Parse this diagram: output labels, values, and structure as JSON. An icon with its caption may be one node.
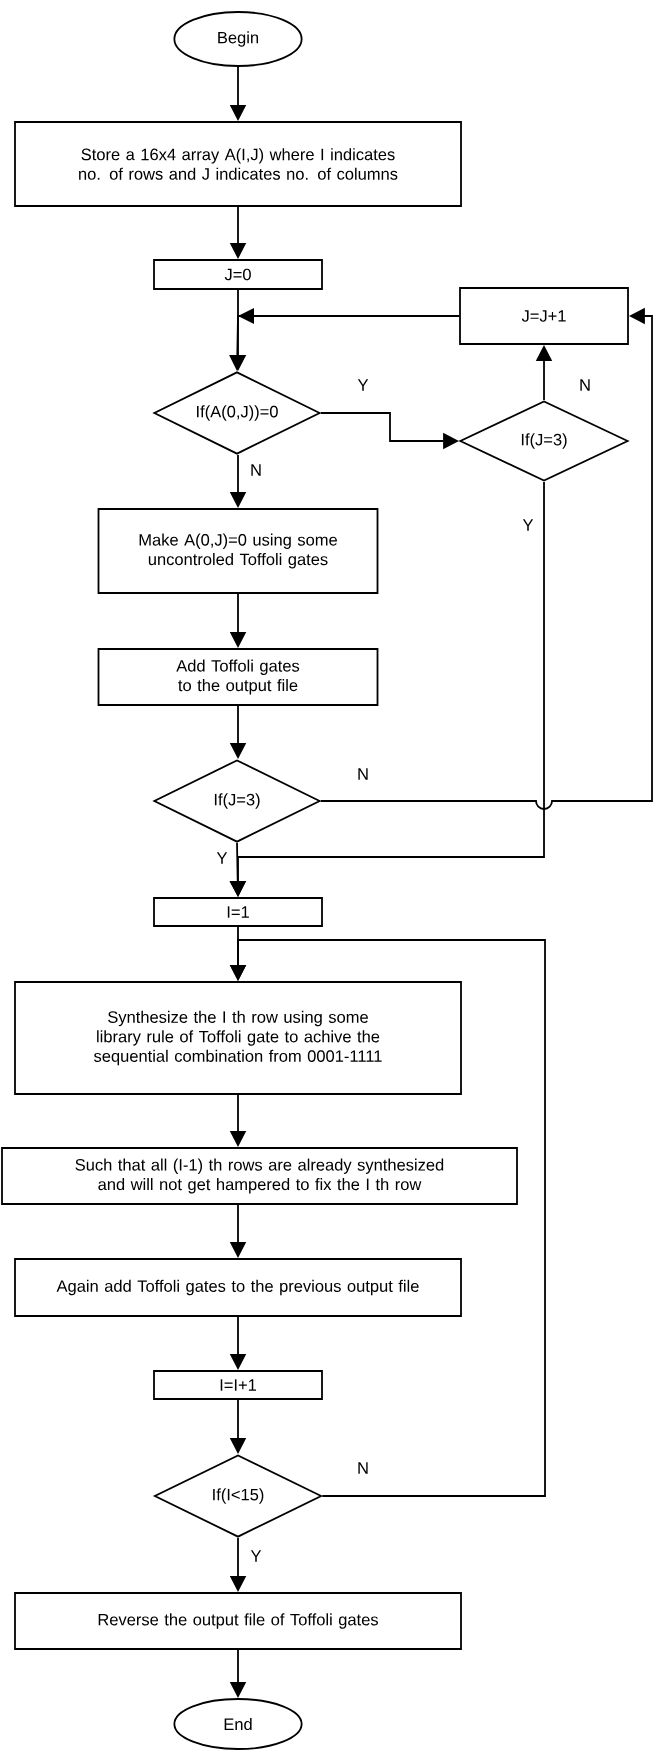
{
  "diagram": {
    "nodes": [
      {
        "text": [
          "Begin"
        ]
      },
      {
        "text": [
          "Store a 16x4 array A(I,J) where I indicates no. of rows and J indicates no. of columns"
        ]
      },
      {
        "text": [
          "J=0"
        ]
      },
      {
        "text": [
          "J=J+1"
        ]
      },
      {
        "text": [
          "If(A(0,J))=0"
        ]
      },
      {
        "text": [
          "If(J=3)"
        ]
      },
      {
        "text": [
          "Make A(0,J)=0 using some uncontroled Toffoli gates"
        ]
      },
      {
        "text": [
          "Add Toffoli gates to the output file"
        ]
      },
      {
        "text": [
          "If(J=3)"
        ]
      },
      {
        "text": [
          "I=1"
        ]
      },
      {
        "text": [
          "Synthesize the I th row using some library rule of Toffoli gate to achive the sequential combination from 0001-1111"
        ]
      },
      {
        "text": [
          "Such that all (I-1) th rows are already synthesized and will not get hampered to fix the I th row"
        ]
      },
      {
        "text": [
          "Again add Toffoli gates to the previous output file"
        ]
      },
      {
        "text": [
          "I=I+1"
        ]
      },
      {
        "text": [
          "If(I<15)"
        ]
      },
      {
        "text": [
          "Reverse the output file of Toffoli gates"
        ]
      },
      {
        "text": [
          "End"
        ]
      }
    ],
    "edges": [
      {
        "from": 0,
        "to": 1,
        "arrow": "to"
      },
      {
        "from": 1,
        "to": 2,
        "arrow": "to"
      },
      {
        "from": 2,
        "to": 4,
        "arrow": "to"
      },
      {
        "from": 3,
        "to": 4,
        "arrow": "to"
      },
      {
        "from": 4,
        "to": 5,
        "arrow": "to",
        "label": "Y"
      },
      {
        "from": 5,
        "to": 3,
        "arrow": "to",
        "label": "N"
      },
      {
        "from": 4,
        "to": 6,
        "arrow": "to",
        "label": "N"
      },
      {
        "from": 6,
        "to": 7,
        "arrow": "to"
      },
      {
        "from": 7,
        "to": 8,
        "arrow": "to"
      },
      {
        "from": 8,
        "to": 3,
        "arrow": "to",
        "label": "N"
      },
      {
        "from": 8,
        "to": 9,
        "arrow": "to",
        "label": "Y"
      },
      {
        "from": 5,
        "to": 9,
        "arrow": "to",
        "label": "Y"
      },
      {
        "from": 9,
        "to": 10,
        "arrow": "to"
      },
      {
        "from": 10,
        "to": 11,
        "arrow": "to"
      },
      {
        "from": 11,
        "to": 12,
        "arrow": "to"
      },
      {
        "from": 12,
        "to": 13,
        "arrow": "to"
      },
      {
        "from": 13,
        "to": 14,
        "arrow": "to"
      },
      {
        "from": 14,
        "to": 10,
        "arrow": "to",
        "label": "N"
      },
      {
        "from": 14,
        "to": 15,
        "arrow": "to",
        "label": "Y"
      },
      {
        "from": 15,
        "to": 16,
        "arrow": "to"
      }
    ]
  }
}
